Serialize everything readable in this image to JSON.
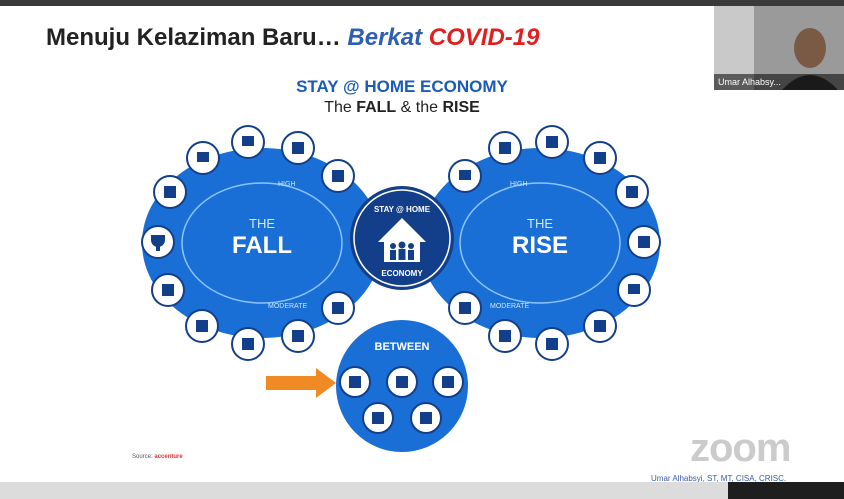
{
  "slide": {
    "title_main": "Menuju Kelaziman Baru…",
    "title_berkat": "Berkat",
    "title_covid": "COVID-19",
    "infographic": {
      "heading": "STAY @ HOME ECONOMY",
      "subheading_pre": "The",
      "subheading_fall": "FALL",
      "subheading_mid": "& the",
      "subheading_rise": "RISE",
      "center_top": "STAY @ HOME",
      "center_bottom": "ECONOMY",
      "fall_word1": "THE",
      "fall_word2": "FALL",
      "rise_word1": "THE",
      "rise_word2": "RISE",
      "high_label": "HIGH",
      "moderate_label": "MODERATE",
      "between_label": "BETWEEN",
      "source_prefix": "Source:",
      "source_name": "accenture"
    },
    "presenter_credit": "Umar Alhabsyi, ST, MT, CISA, CRISC."
  },
  "video": {
    "participant_name": "Umar Alhabsy..."
  },
  "zoom_watermark": "zoom",
  "colors": {
    "primary_blue": "#1a6fd6",
    "dark_blue": "#133f8a",
    "title_blue": "#2f5fb3",
    "covid_red": "#e02020",
    "arrow_orange": "#f08a24"
  }
}
